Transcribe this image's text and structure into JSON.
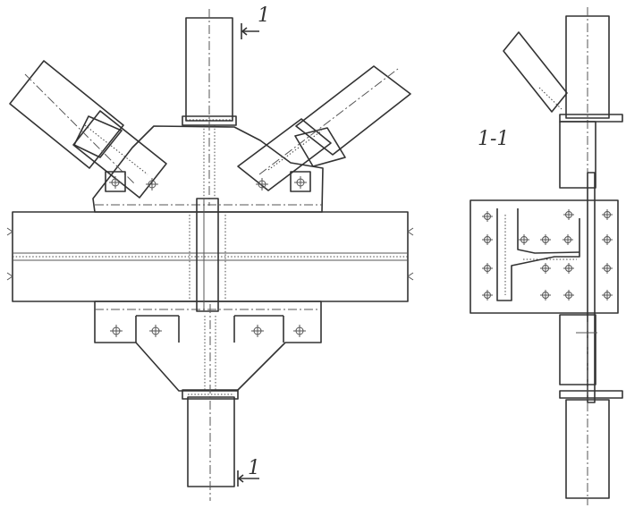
{
  "section_marks": {
    "top": "1",
    "bottom": "1"
  },
  "section_view": {
    "title": "1-1"
  },
  "colors": {
    "ink": "#333333",
    "paper": "#ffffff"
  }
}
